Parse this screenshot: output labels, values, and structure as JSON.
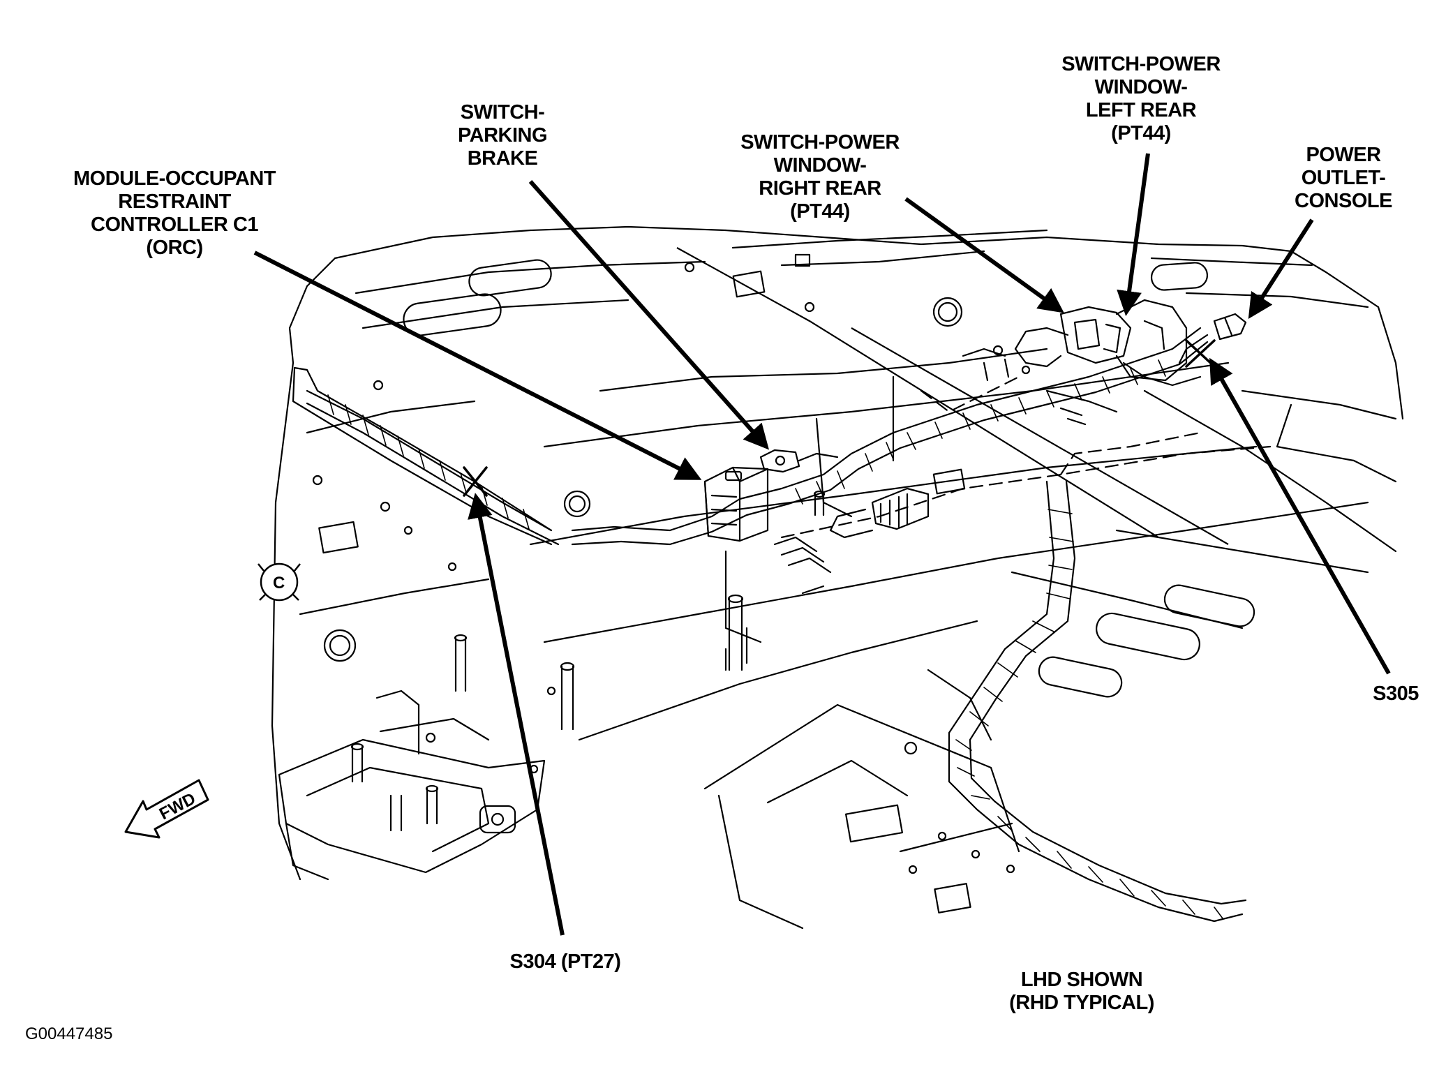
{
  "labels": {
    "orc": [
      "MODULE-OCCUPANT",
      "RESTRAINT",
      "CONTROLLER C1",
      "(ORC)"
    ],
    "parking_brake": [
      "SWITCH-",
      "PARKING",
      "BRAKE"
    ],
    "window_right_rear": [
      "SWITCH-POWER",
      "WINDOW-",
      "RIGHT REAR",
      "(PT44)"
    ],
    "window_left_rear": [
      "SWITCH-POWER",
      "WINDOW-",
      "LEFT REAR",
      "(PT44)"
    ],
    "power_outlet": [
      "POWER",
      "OUTLET-",
      "CONSOLE"
    ],
    "s305": "S305",
    "s304": "S304 (PT27)",
    "lhd_note": [
      "LHD SHOWN",
      "(RHD TYPICAL)"
    ]
  },
  "fwd_arrow_text": "FWD",
  "c_badge_text": "C",
  "figure_id": "G00447485",
  "colors": {
    "ink": "#000000",
    "paper": "#ffffff"
  }
}
